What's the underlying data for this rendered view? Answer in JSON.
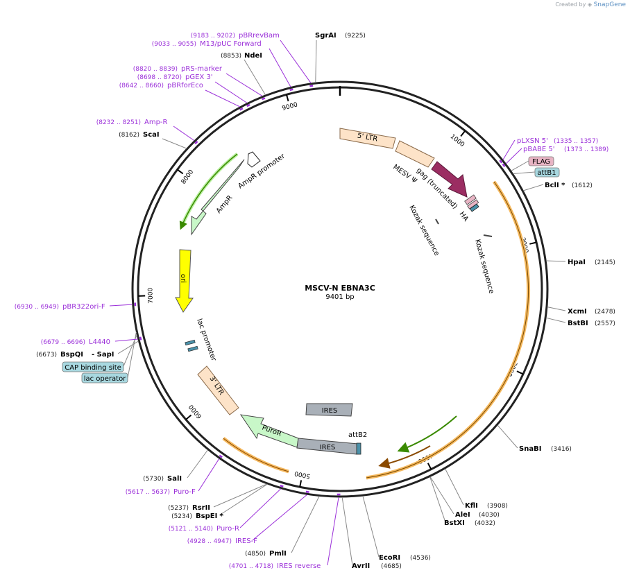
{
  "credit": {
    "prefix": "Created by",
    "brand": "SnapGene"
  },
  "plasmid": {
    "name": "MSCV-N EBNA3C",
    "length": "9401 bp"
  },
  "ticks": [
    "1000",
    "2000",
    "3000",
    "4000",
    "5000",
    "6000",
    "7000",
    "8000",
    "9000"
  ],
  "features": {
    "ltr5": "5' LTR",
    "mesv": "MESV Ψ",
    "gag": "gag (truncated)",
    "ha": "HA",
    "kozak1": "Kozak sequence",
    "kozak2": "Kozak sequence",
    "ampr": "AmpR",
    "ampr_promoter": "AmpR promoter",
    "ori": "ori",
    "lac_promoter": "lac promoter",
    "ltr3": "3' LTR",
    "puror": "PuroR",
    "ires1": "IRES",
    "ires2": "IRES",
    "attb2": "attB2"
  },
  "boxed": {
    "flag": "FLAG",
    "attb1": "attB1",
    "cap": "CAP binding site",
    "lacop": "lac operator"
  },
  "enzymes": {
    "sgrai": {
      "name": "SgrAI",
      "pos": "(9225)"
    },
    "ndei": {
      "name": "NdeI",
      "pos": "(8853)"
    },
    "scai": {
      "name": "ScaI",
      "pos": "(8162)"
    },
    "bcli": {
      "name": "BclI *",
      "pos": "(1612)"
    },
    "hpai": {
      "name": "HpaI",
      "pos": "(2145)"
    },
    "xcmi": {
      "name": "XcmI",
      "pos": "(2478)"
    },
    "bstbi": {
      "name": "BstBI",
      "pos": "(2557)"
    },
    "snabi": {
      "name": "SnaBI",
      "pos": "(3416)"
    },
    "kfli": {
      "name": "KflI",
      "pos": "(3908)"
    },
    "alei": {
      "name": "AleI",
      "pos": "(4030)"
    },
    "bstxi": {
      "name": "BstXI",
      "pos": "(4032)"
    },
    "ecori": {
      "name": "EcoRI",
      "pos": "(4536)"
    },
    "avrii": {
      "name": "AvrII",
      "pos": "(4685)"
    },
    "pmli": {
      "name": "PmlI",
      "pos": "(4850)"
    },
    "bspei": {
      "name": "BspEI *",
      "pos": "(5234)"
    },
    "rsrii": {
      "name": "RsrII",
      "pos": "(5237)"
    },
    "sali": {
      "name": "SalI",
      "pos": "(5730)"
    },
    "bspqi": {
      "name": "BspQI",
      "pos": "(6673)",
      "alt": "- SapI"
    }
  },
  "primers": {
    "pbrrevbam": {
      "name": "pBRrevBam",
      "pos": "(9183 .. 9202)"
    },
    "m13puc": {
      "name": "M13/pUC Forward",
      "pos": "(9033 .. 9055)"
    },
    "prsmarker": {
      "name": "pRS-marker",
      "pos": "(8820 .. 8839)"
    },
    "pgex3": {
      "name": "pGEX 3'",
      "pos": "(8698 .. 8720)"
    },
    "pbrforeco": {
      "name": "pBRforEco",
      "pos": "(8642 .. 8660)"
    },
    "ampr_p": {
      "name": "Amp-R",
      "pos": "(8232 .. 8251)"
    },
    "plxsn5": {
      "name": "pLXSN 5'",
      "pos": "(1335 .. 1357)"
    },
    "pbabe5": {
      "name": "pBABE 5'",
      "pos": "(1373 .. 1389)"
    },
    "pbr322orif": {
      "name": "pBR322ori-F",
      "pos": "(6930 .. 6949)"
    },
    "l4440": {
      "name": "L4440",
      "pos": "(6679 .. 6696)"
    },
    "purof": {
      "name": "Puro-F",
      "pos": "(5617 .. 5637)"
    },
    "puror_p": {
      "name": "Puro-R",
      "pos": "(5121 .. 5140)"
    },
    "iresf": {
      "name": "IRES-F",
      "pos": "(4928 .. 4947)"
    },
    "iresrev": {
      "name": "IRES reverse",
      "pos": "(4701 .. 4718)"
    }
  },
  "colors": {
    "ltr": "#fde3c8",
    "gag": "#9b2d62",
    "ampr": "#c8f7c8",
    "ori": "#ffff00",
    "puror": "#c8f7c8",
    "ires": "#a9b0b8",
    "orf": "#f5b95f",
    "primer": "#9b30d9",
    "boxed_blue": "#a8d8e0",
    "boxed_pink": "#e8b4c4"
  }
}
